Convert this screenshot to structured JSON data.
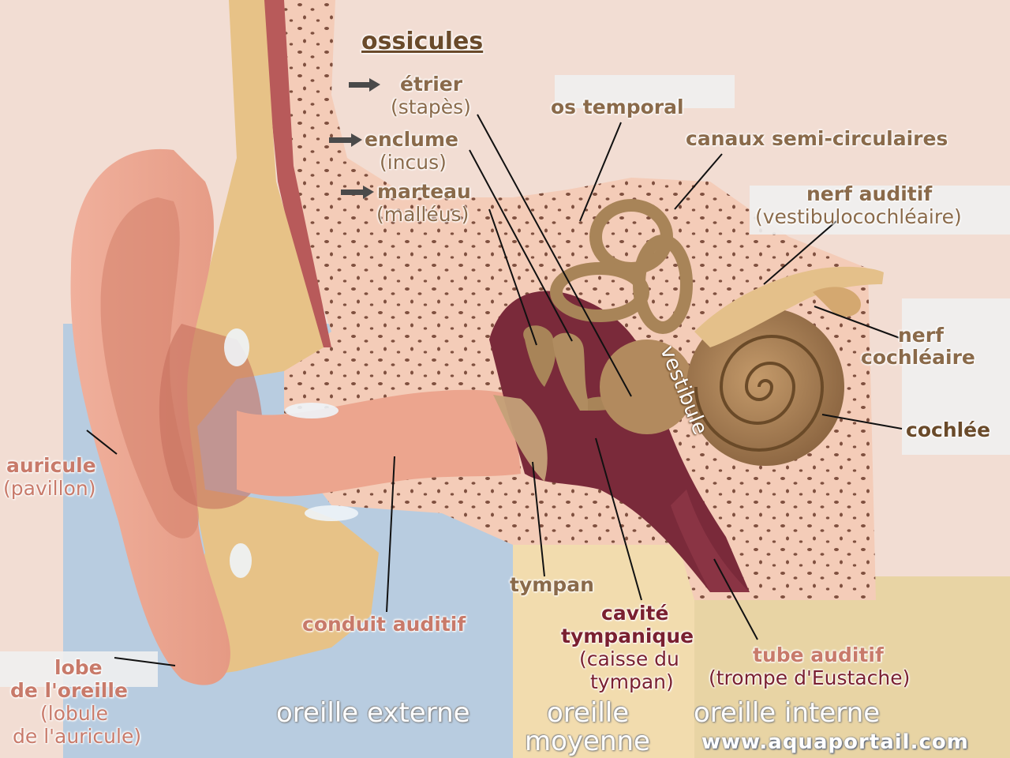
{
  "title": "ossicules",
  "labels": {
    "etrier": "étrier",
    "stapes": "(stapès)",
    "enclume": "enclume",
    "incus": "(incus)",
    "marteau": "marteau",
    "malleus": "(malléus)",
    "os_temporal": "os temporal",
    "canaux": "canaux semi-circulaires",
    "nerf_auditif": "nerf auditif",
    "vestibulocochleaire": "(vestibulocochléaire)",
    "nerf_cochleaire_1": "nerf",
    "nerf_cochleaire_2": "cochléaire",
    "cochlee": "cochlée",
    "vestibule": "vestibule",
    "auricule": "auricule",
    "pavillon": "(pavillon)",
    "conduit_auditif": "conduit auditif",
    "tympan": "tympan",
    "cavite_1": "cavité",
    "cavite_2": "tympanique",
    "caisse_1": "(caisse du",
    "caisse_2": "tympan)",
    "tube_auditif": "tube auditif",
    "trompe": "(trompe d'Eustache)",
    "lobe_1": "lobe",
    "lobe_2": "de l'oreille",
    "lobule_1": "(lobule",
    "lobule_2": "de l'auricule)"
  },
  "zones": {
    "externe": "oreille externe",
    "moyenne_1": "oreille",
    "moyenne_2": "moyenne",
    "interne": "oreille interne"
  },
  "watermark": "www.aquaportail.com",
  "colors": {
    "outer_zone": "#b8cce0",
    "middle_zone": "#f2dcae",
    "inner_zone": "#e8d4a4",
    "skin": "#e9a48e",
    "bone": "#f4ccb8",
    "ossicle": "#a88458",
    "cavity": "#7a2a3a",
    "label_brown": "#8a6a4a",
    "label_rose": "#c87a6a",
    "label_wine": "#7a2030"
  }
}
